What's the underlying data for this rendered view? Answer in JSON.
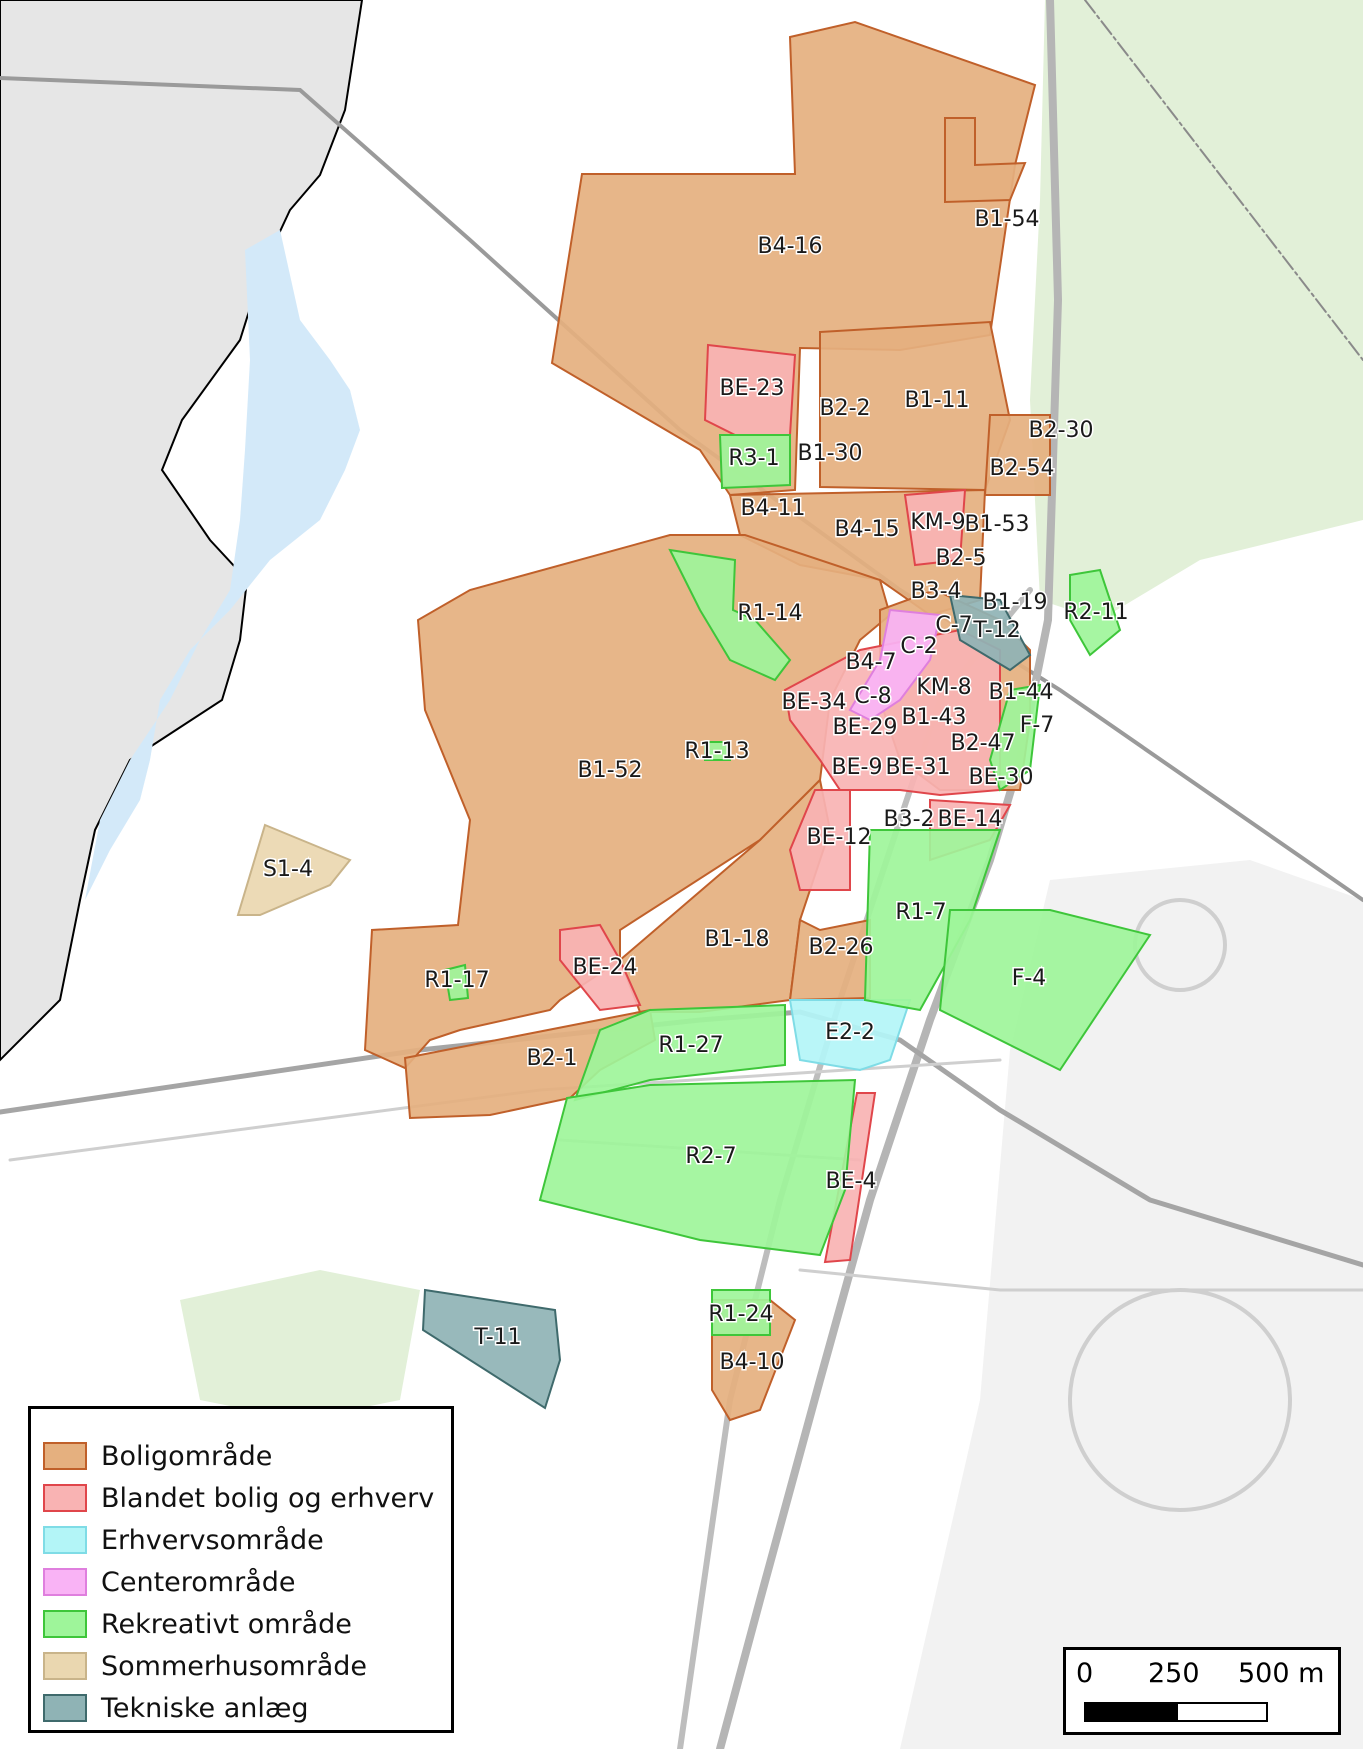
{
  "map": {
    "zones": [
      {
        "label": "B4-16",
        "category": "bolig"
      },
      {
        "label": "B1-54",
        "category": "bolig"
      },
      {
        "label": "BE-23",
        "category": "blandet"
      },
      {
        "label": "B2-2",
        "category": "bolig"
      },
      {
        "label": "B1-11",
        "category": "bolig"
      },
      {
        "label": "B2-30",
        "category": "bolig"
      },
      {
        "label": "R3-1",
        "category": "rekreativt"
      },
      {
        "label": "B1-30",
        "category": "bolig"
      },
      {
        "label": "B2-54",
        "category": "bolig"
      },
      {
        "label": "B4-11",
        "category": "bolig"
      },
      {
        "label": "B4-15",
        "category": "bolig"
      },
      {
        "label": "KM-9",
        "category": "blandet"
      },
      {
        "label": "B1-53",
        "category": "bolig"
      },
      {
        "label": "B2-5",
        "category": "bolig"
      },
      {
        "label": "B3-4",
        "category": "bolig"
      },
      {
        "label": "B1-19",
        "category": "bolig"
      },
      {
        "label": "R2-11",
        "category": "rekreativt"
      },
      {
        "label": "R1-14",
        "category": "rekreativt"
      },
      {
        "label": "C-7",
        "category": "center"
      },
      {
        "label": "T-12",
        "category": "teknisk"
      },
      {
        "label": "C-2",
        "category": "center"
      },
      {
        "label": "B4-7",
        "category": "bolig"
      },
      {
        "label": "KM-8",
        "category": "blandet"
      },
      {
        "label": "B1-44",
        "category": "bolig"
      },
      {
        "label": "BE-34",
        "category": "blandet"
      },
      {
        "label": "C-8",
        "category": "center"
      },
      {
        "label": "B1-43",
        "category": "bolig"
      },
      {
        "label": "F-7",
        "category": "rekreativt"
      },
      {
        "label": "BE-29",
        "category": "blandet"
      },
      {
        "label": "B2-47",
        "category": "bolig"
      },
      {
        "label": "R1-13",
        "category": "rekreativt"
      },
      {
        "label": "B1-52",
        "category": "bolig"
      },
      {
        "label": "BE-9",
        "category": "blandet"
      },
      {
        "label": "BE-31",
        "category": "blandet"
      },
      {
        "label": "BE-30",
        "category": "blandet"
      },
      {
        "label": "B3-2",
        "category": "bolig"
      },
      {
        "label": "BE-14",
        "category": "blandet"
      },
      {
        "label": "BE-12",
        "category": "blandet"
      },
      {
        "label": "S1-4",
        "category": "sommerhus"
      },
      {
        "label": "R1-7",
        "category": "rekreativt"
      },
      {
        "label": "B1-18",
        "category": "bolig"
      },
      {
        "label": "B2-26",
        "category": "bolig"
      },
      {
        "label": "BE-24",
        "category": "blandet"
      },
      {
        "label": "F-4",
        "category": "rekreativt"
      },
      {
        "label": "R1-17",
        "category": "rekreativt"
      },
      {
        "label": "E2-2",
        "category": "erhverv"
      },
      {
        "label": "R1-27",
        "category": "rekreativt"
      },
      {
        "label": "B2-1",
        "category": "bolig"
      },
      {
        "label": "R2-7",
        "category": "rekreativt"
      },
      {
        "label": "BE-4",
        "category": "blandet"
      },
      {
        "label": "R1-24",
        "category": "rekreativt"
      },
      {
        "label": "T-11",
        "category": "teknisk"
      },
      {
        "label": "B4-10",
        "category": "bolig"
      }
    ]
  },
  "legend": {
    "items": [
      {
        "label": "Boligområde",
        "fill": "#e5b07f",
        "stroke": "#c0602a"
      },
      {
        "label": "Blandet bolig og erhverv",
        "fill": "#f9b3b3",
        "stroke": "#e0464b"
      },
      {
        "label": "Erhvervsområde",
        "fill": "#b3f5f7",
        "stroke": "#7fdce6"
      },
      {
        "label": "Centerområde",
        "fill": "#f9b3f5",
        "stroke": "#df7fde"
      },
      {
        "label": "Rekreativt område",
        "fill": "#9ef59a",
        "stroke": "#3ec63a"
      },
      {
        "label": "Sommerhusområde",
        "fill": "#ead7b0",
        "stroke": "#c9b48a"
      },
      {
        "label": "Tekniske anlæg",
        "fill": "#8fb3b5",
        "stroke": "#3f6a6c"
      }
    ]
  },
  "scale": {
    "tick_0": "0",
    "tick_1": "250",
    "tick_2": "500 m"
  },
  "colors": {
    "bolig": "#e5b07f",
    "bolig_stroke": "#c0602a",
    "blandet": "#f9b3b3",
    "blandet_stroke": "#e0464b",
    "erhverv": "#b3f5f7",
    "erhverv_stroke": "#7fdce6",
    "center": "#f9b3f5",
    "center_stroke": "#df7fde",
    "rekreativt": "#9ef59a",
    "rekreativt_stroke": "#3ec63a",
    "sommerhus": "#ead7b0",
    "sommerhus_stroke": "#c9b48a",
    "teknisk": "#8fb3b5",
    "teknisk_stroke": "#3f6a6c",
    "water": "#d3e9f9",
    "greenery": "#e2f0d8",
    "outside_area": "#e6e6e6",
    "road": "#c8c8c8"
  }
}
